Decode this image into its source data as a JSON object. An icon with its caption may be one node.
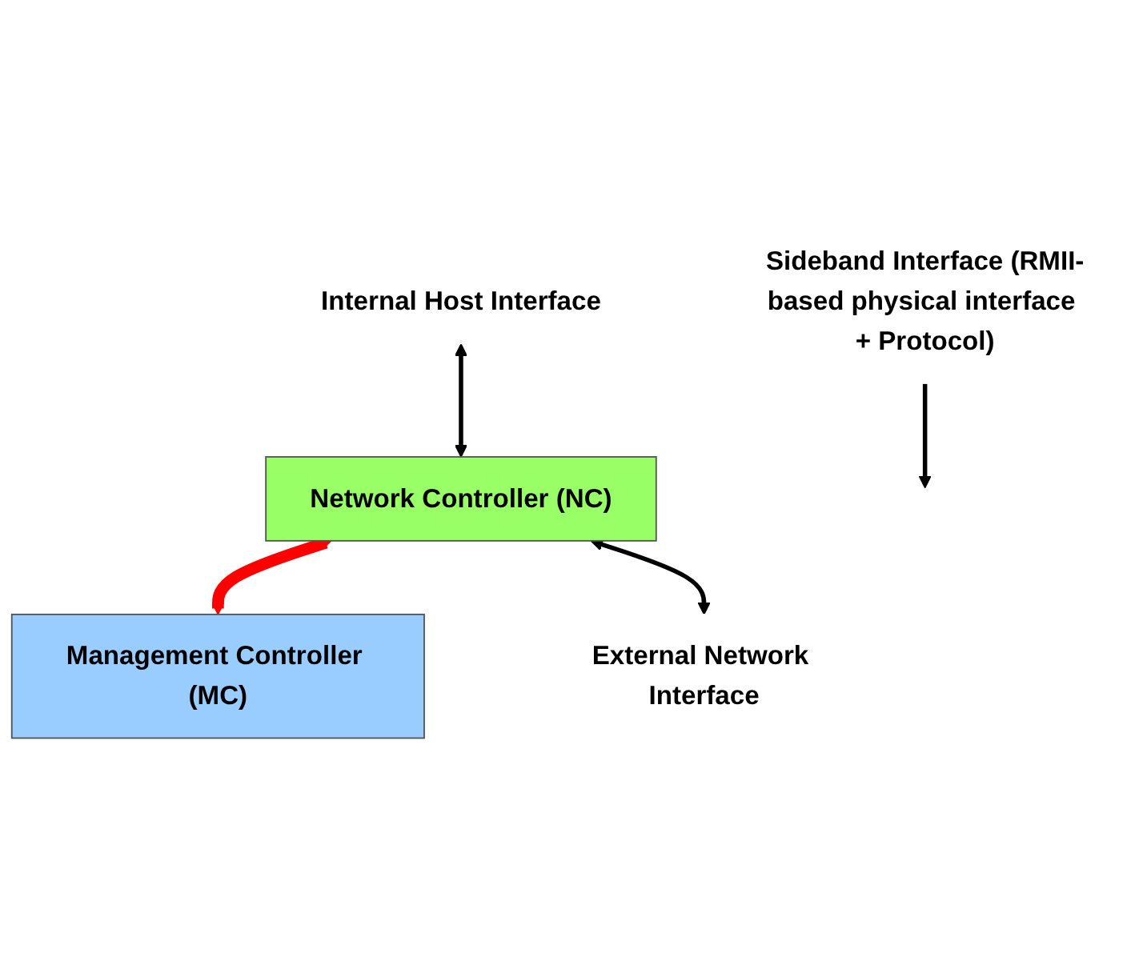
{
  "diagram": {
    "nodes": [
      {
        "text": [
          "Internal Host Interface"
        ]
      },
      {
        "text": [
          "Management Controller (MC)"
        ]
      },
      {
        "text": [
          "Network Controller (NC)"
        ]
      },
      {
        "text": [
          "Sideband Interface (RMII-based physical interface + Protocol)"
        ]
      },
      {
        "text": [
          "External Network Interface"
        ]
      }
    ],
    "edges": [
      {
        "from": 0,
        "to": 2,
        "arrow": "both"
      },
      {
        "from": 2,
        "to": 1,
        "arrow": "both",
        "style": "thick",
        "color": "#ff0000"
      },
      {
        "from": 3,
        "to": null,
        "arrow": "to"
      },
      {
        "from": 2,
        "to": 4,
        "arrow": "both"
      }
    ]
  }
}
